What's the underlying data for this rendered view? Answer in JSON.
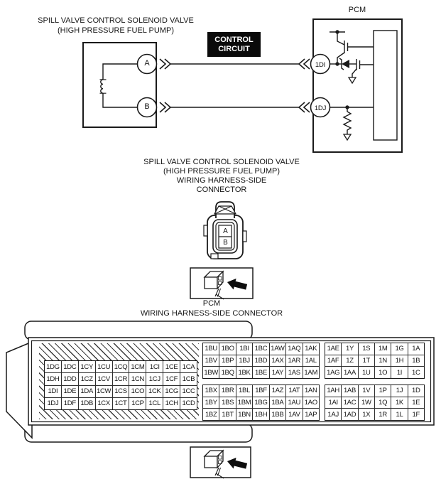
{
  "colors": {
    "line": "#1a1a1a",
    "control_label_bg": "#0a0a0a",
    "control_label_fg": "#ffffff",
    "paper": "#ffffff"
  },
  "top_diagram": {
    "component_label": [
      "SPILL VALVE CONTROL SOLENOID VALVE",
      "(HIGH PRESSURE FUEL PUMP)"
    ],
    "control_circuit_label": [
      "CONTROL",
      "CIRCUIT"
    ],
    "pcm_label": "PCM",
    "solenoid_terminals": {
      "a": "A",
      "b": "B"
    },
    "pcm_terminals": {
      "top": "1DI",
      "bottom": "1DJ"
    }
  },
  "solenoid_connector": {
    "title": [
      "SPILL VALVE CONTROL SOLENOID VALVE",
      "(HIGH PRESSURE FUEL PUMP)",
      "WIRING HARNESS-SIDE",
      "CONNECTOR"
    ],
    "cavities": {
      "a": "A",
      "b": "B"
    }
  },
  "pcm_connector": {
    "title": [
      "PCM",
      "WIRING HARNESS-SIDE CONNECTOR"
    ],
    "left_block": [
      [
        "1DG",
        "1DC",
        "1CY",
        "1CU",
        "1CQ",
        "1CM",
        "1CI",
        "1CE",
        "1CA"
      ],
      [
        "1DH",
        "1DD",
        "1CZ",
        "1CV",
        "1CR",
        "1CN",
        "1CJ",
        "1CF",
        "1CB"
      ],
      [
        "1DI",
        "1DE",
        "1DA",
        "1CW",
        "1CS",
        "1CO",
        "1CK",
        "1CG",
        "1CC"
      ],
      [
        "1DJ",
        "1DF",
        "1DB",
        "1CX",
        "1CT",
        "1CP",
        "1CL",
        "1CH",
        "1CD"
      ]
    ],
    "middle_block_top": [
      [
        "1BU",
        "1BO",
        "1BI",
        "1BC",
        "1AW",
        "1AQ",
        "1AK"
      ],
      [
        "1BV",
        "1BP",
        "1BJ",
        "1BD",
        "1AX",
        "1AR",
        "1AL"
      ],
      [
        "1BW",
        "1BQ",
        "1BK",
        "1BE",
        "1AY",
        "1AS",
        "1AM"
      ]
    ],
    "middle_block_bottom": [
      [
        "1BX",
        "1BR",
        "1BL",
        "1BF",
        "1AZ",
        "1AT",
        "1AN"
      ],
      [
        "1BY",
        "1BS",
        "1BM",
        "1BG",
        "1BA",
        "1AU",
        "1AO"
      ],
      [
        "1BZ",
        "1BT",
        "1BN",
        "1BH",
        "1BB",
        "1AV",
        "1AP"
      ]
    ],
    "right_block_top": [
      [
        "1AE",
        "1Y",
        "1S",
        "1M",
        "1G",
        "1A"
      ],
      [
        "1AF",
        "1Z",
        "1T",
        "1N",
        "1H",
        "1B"
      ],
      [
        "1AG",
        "1AA",
        "1U",
        "1O",
        "1I",
        "1C"
      ]
    ],
    "right_block_bottom": [
      [
        "1AH",
        "1AB",
        "1V",
        "1P",
        "1J",
        "1D"
      ],
      [
        "1AI",
        "1AC",
        "1W",
        "1Q",
        "1K",
        "1E"
      ],
      [
        "1AJ",
        "1AD",
        "1X",
        "1R",
        "1L",
        "1F"
      ]
    ]
  },
  "icons": {
    "connector_plug": "3d-connector-plug",
    "insertion_arrow": "black-block-arrow"
  }
}
